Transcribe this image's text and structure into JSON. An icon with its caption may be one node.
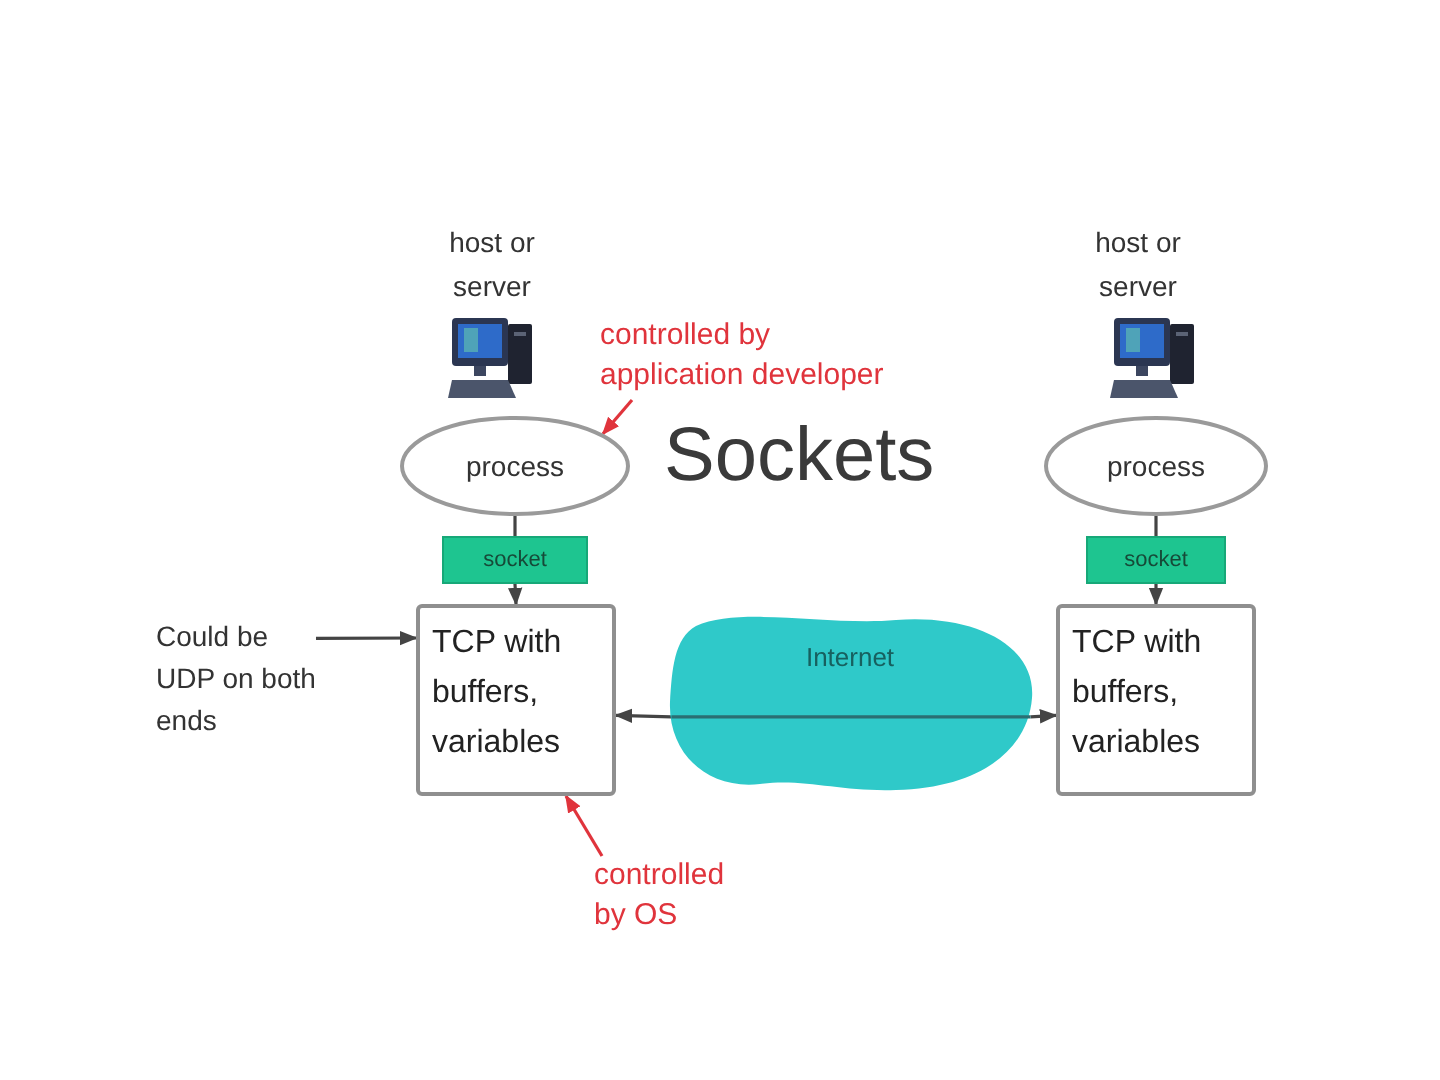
{
  "diagram": {
    "title": "Sockets",
    "nodes": [
      {
        "text": [
          "process"
        ]
      },
      {
        "text": [
          "socket"
        ]
      },
      {
        "text": [
          "TCP with buffers, variables"
        ]
      },
      {
        "text": [
          "process"
        ]
      },
      {
        "text": [
          "socket"
        ]
      },
      {
        "text": [
          "TCP with buffers, variables"
        ]
      },
      {
        "text": [
          "Internet"
        ]
      },
      {
        "text": [
          "Could be UDP on both ends"
        ]
      },
      {
        "text": [
          "controlled by application developer"
        ]
      },
      {
        "text": [
          "controlled by OS"
        ]
      }
    ],
    "edges": [
      {
        "from": 0,
        "to": 1,
        "arrow": "none"
      },
      {
        "from": 1,
        "to": 2,
        "arrow": "to"
      },
      {
        "from": 3,
        "to": 4,
        "arrow": "none"
      },
      {
        "from": 4,
        "to": 5,
        "arrow": "to"
      },
      {
        "from": 6,
        "to": 2,
        "arrow": "to"
      },
      {
        "from": 6,
        "to": 5,
        "arrow": "to"
      },
      {
        "from": 7,
        "to": 2,
        "arrow": "to"
      },
      {
        "from": 8,
        "to": 0,
        "arrow": "to",
        "color": "#e0343c"
      },
      {
        "from": 9,
        "to": 2,
        "arrow": "to",
        "color": "#e0343c"
      }
    ],
    "labels": [
      "host or server",
      "host or server"
    ]
  }
}
